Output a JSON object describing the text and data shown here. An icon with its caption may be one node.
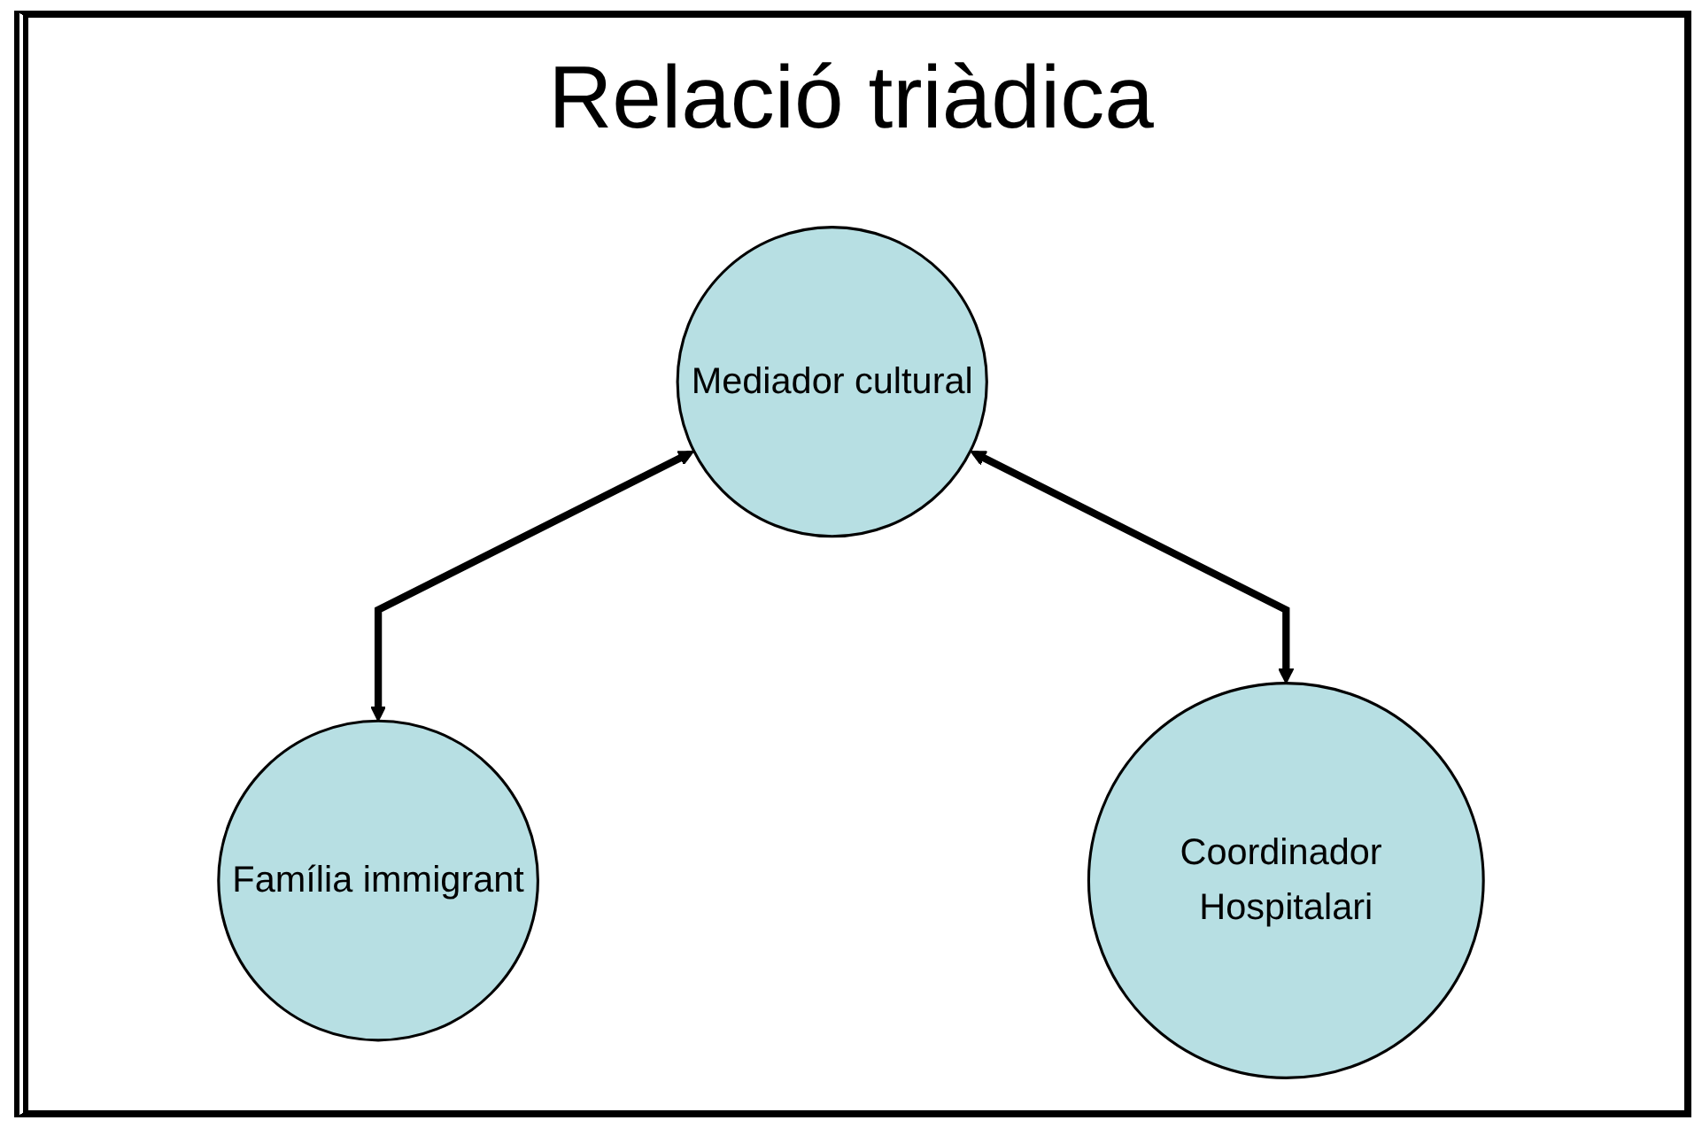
{
  "diagram": {
    "title": "Relació triàdica",
    "nodes": [
      {
        "text": [
          "Mediador cultural"
        ]
      },
      {
        "text": [
          "Família immigrant"
        ]
      },
      {
        "text": [
          "Coordinador Hospitalari"
        ]
      }
    ],
    "edges": [
      {
        "from": 1,
        "to": 0,
        "arrow": "both"
      },
      {
        "from": 0,
        "to": 2,
        "arrow": "both"
      }
    ]
  }
}
